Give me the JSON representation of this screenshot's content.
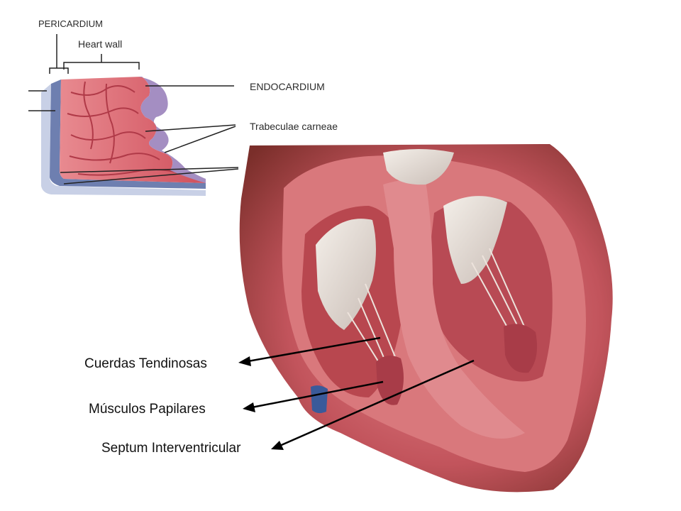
{
  "inset": {
    "header_label": "PERICARDIUM",
    "heart_wall_label": "Heart wall",
    "endocardium_label": "ENDOCARDIUM",
    "trabeculae_label": "Trabeculae carneae"
  },
  "labels": {
    "chordae": "Cuerdas Tendinosas",
    "papillary": "Músculos Papilares",
    "septum": "Septum Interventricular"
  },
  "colors": {
    "muscle": "#c0505a",
    "muscle_light": "#e07f86",
    "outer_wall": "#7a2a22",
    "valve": "#e8e0da",
    "pericardium": "#8a9bc8",
    "endocardium": "#9a86b8"
  }
}
